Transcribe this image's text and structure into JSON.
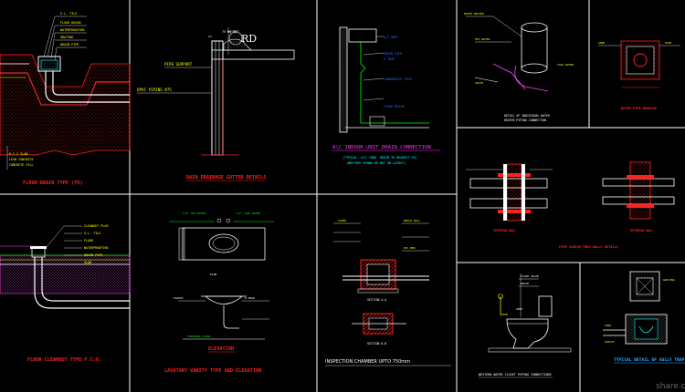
{
  "panels": [
    {
      "id": "floor-drain",
      "title": "FLOOR DRAIN TYPE (FD)",
      "labels": [
        "S.L. TILE",
        "FLOOR DRAIN",
        "WATERPROOFING",
        "GRATING",
        "DRAIN PIPE",
        "R.C.C SLAB",
        "LEAN CONCRETE",
        "CONCRETE FILL"
      ]
    },
    {
      "id": "rain-gutter",
      "title": "RAIN DRAINAGE GUTTER DETAILS",
      "labels": [
        "PIPE SUPPORT",
        "UPVC PIPING #75",
        "75 mm RO",
        "RD"
      ]
    },
    {
      "id": "ac-drain",
      "title": "A\\C INDOOR UNIT DRAIN CONNECTION",
      "subtitle": "(TYPICAL- A/C COND. DRAIN TO NEAREST FD)",
      "subtitle2": "(WHETHER SHOWN OR NOT ON LAYOUT)",
      "labels": [
        "A/C UNIT",
        "DRAIN PIPE",
        "P-TRAP",
        "CONDENSATE PIPE",
        "FLOOR DRAIN"
      ]
    },
    {
      "id": "water-heater",
      "title": "DETAIL OF INDIVIDUAL WATER",
      "title2": "HEATER PIPING CONNECTION",
      "labels": [
        "WATER HEATER",
        "HOT WATER",
        "COLD WATER",
        "VALVE"
      ]
    },
    {
      "id": "water-bedding",
      "title": "WATER PIPE BEDDING",
      "labels": [
        "SAND",
        "PIPE"
      ]
    },
    {
      "id": "floor-cleanout",
      "title": "FLOOR CLEANOUT TYPE F.C.O.",
      "labels": [
        "CLEANOUT PLUG",
        "S.L. TILE",
        "FLOOR",
        "WATERPROOFING",
        "DRAIN PIPE",
        "SLAB"
      ]
    },
    {
      "id": "lavatory",
      "title": "LAVATORY VANITY TYPE AND ELEVATION",
      "sub": "ELEVATION",
      "labels": [
        "1/2\" HOT WATER",
        "1/2\" COLD WATER",
        "FAUCET",
        "P-TRAP",
        "FINISHED FLOOR",
        "PLAN"
      ]
    },
    {
      "id": "inspection",
      "title": "INSPECTION CHAMBER UPTO 750mm",
      "labels": [
        "SECTION A-A",
        "SECTION B-B",
        "COVER",
        "BRICK WALL",
        "PCC BED"
      ]
    },
    {
      "id": "pipe-sleeve",
      "title": "PIPE SLEEVE THRU WALLS DETAILS",
      "labels": [
        "INTERIOR WALL",
        "EXTERIOR WALL"
      ]
    },
    {
      "id": "wc",
      "title": "WESTERN WATER CLOSET PIPING CONNECTIONS",
      "labels": [
        "FLUSH VALVE",
        "WASTE",
        "VENT"
      ]
    },
    {
      "id": "gully-trap",
      "title": "TYPICAL DETAIL OF GULLY TRAP",
      "labels": [
        "GRATING",
        "TRAP",
        "OUTLET"
      ]
    }
  ],
  "watermark": "share.c",
  "colors": {
    "bg": "#000000",
    "frame": "#ffffff",
    "red": "#ff2020",
    "yellow": "#ffff00",
    "cyan": "#00ffff",
    "green": "#00ff00",
    "magenta": "#ff40ff",
    "blue": "#3366ff"
  }
}
